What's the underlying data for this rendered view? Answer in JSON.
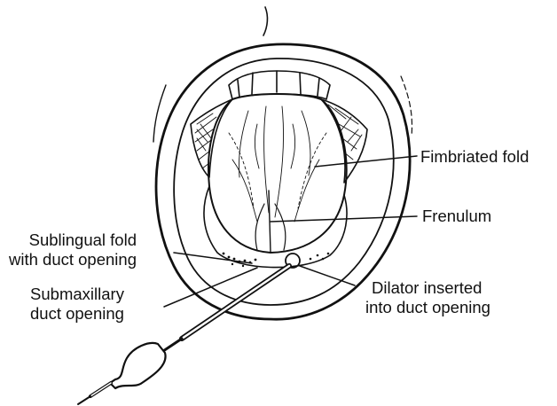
{
  "labels": {
    "fimbriated_fold": "Fimbriated fold",
    "frenulum": "Frenulum",
    "sublingual_fold_line1": "Sublingual fold",
    "sublingual_fold_line2": "with duct opening",
    "submaxillary_line1": "Submaxillary",
    "submaxillary_line2": "duct opening",
    "dilator_line1": "Dilator inserted",
    "dilator_line2": "into duct opening"
  },
  "colors": {
    "ink": "#111111",
    "background": "#ffffff"
  }
}
